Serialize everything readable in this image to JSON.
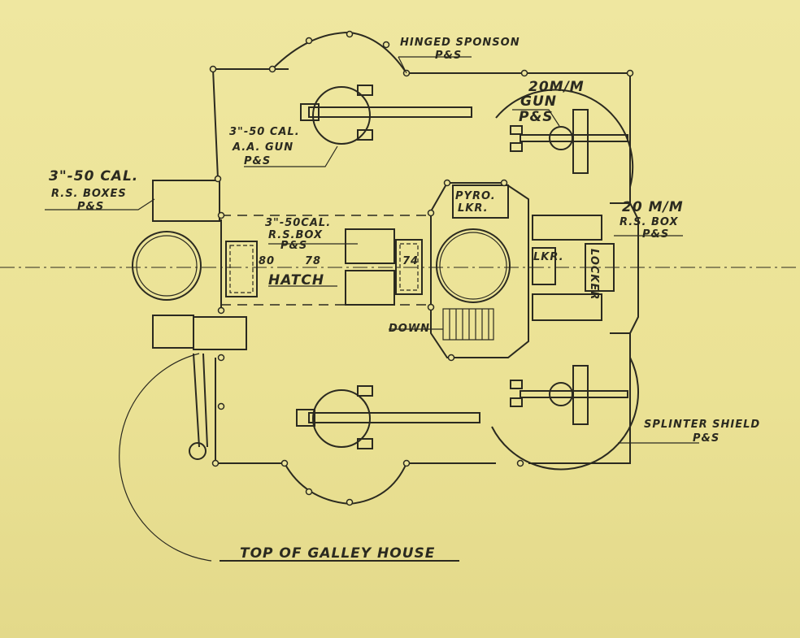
{
  "title": "TOP OF GALLEY HOUSE",
  "labels": {
    "hinged_sponson": "HINGED SPONSON",
    "hinged_sponson_ps": "P&S",
    "gun20_line1": "20M/M",
    "gun20_line2": "GUN",
    "gun20_ps": "P&S",
    "aa_line1": "3\"-50 CAL.",
    "aa_line2": "A.A. GUN",
    "aa_ps": "P&S",
    "rsboxes_line1": "3\"-50 CAL.",
    "rsboxes_line2": "R.S. BOXES",
    "rsboxes_ps": "P&S",
    "rsbox_line1": "3\"-50CAL.",
    "rsbox_line2": "R.S.BOX",
    "rsbox_ps": "P&S",
    "frame_80": "80",
    "frame_78": "78",
    "frame_74": "74",
    "hatch": "HATCH",
    "pyro_line1": "PYRO.",
    "pyro_line2": "LKR.",
    "lkr": "LKR.",
    "locker": "LOCKER",
    "down": "DOWN",
    "rs20_line1": "20 M/M",
    "rs20_line2": "R.S. BOX",
    "rs20_ps": "P&S",
    "splinter_line1": "SPLINTER SHIELD",
    "splinter_ps": "P&S"
  }
}
